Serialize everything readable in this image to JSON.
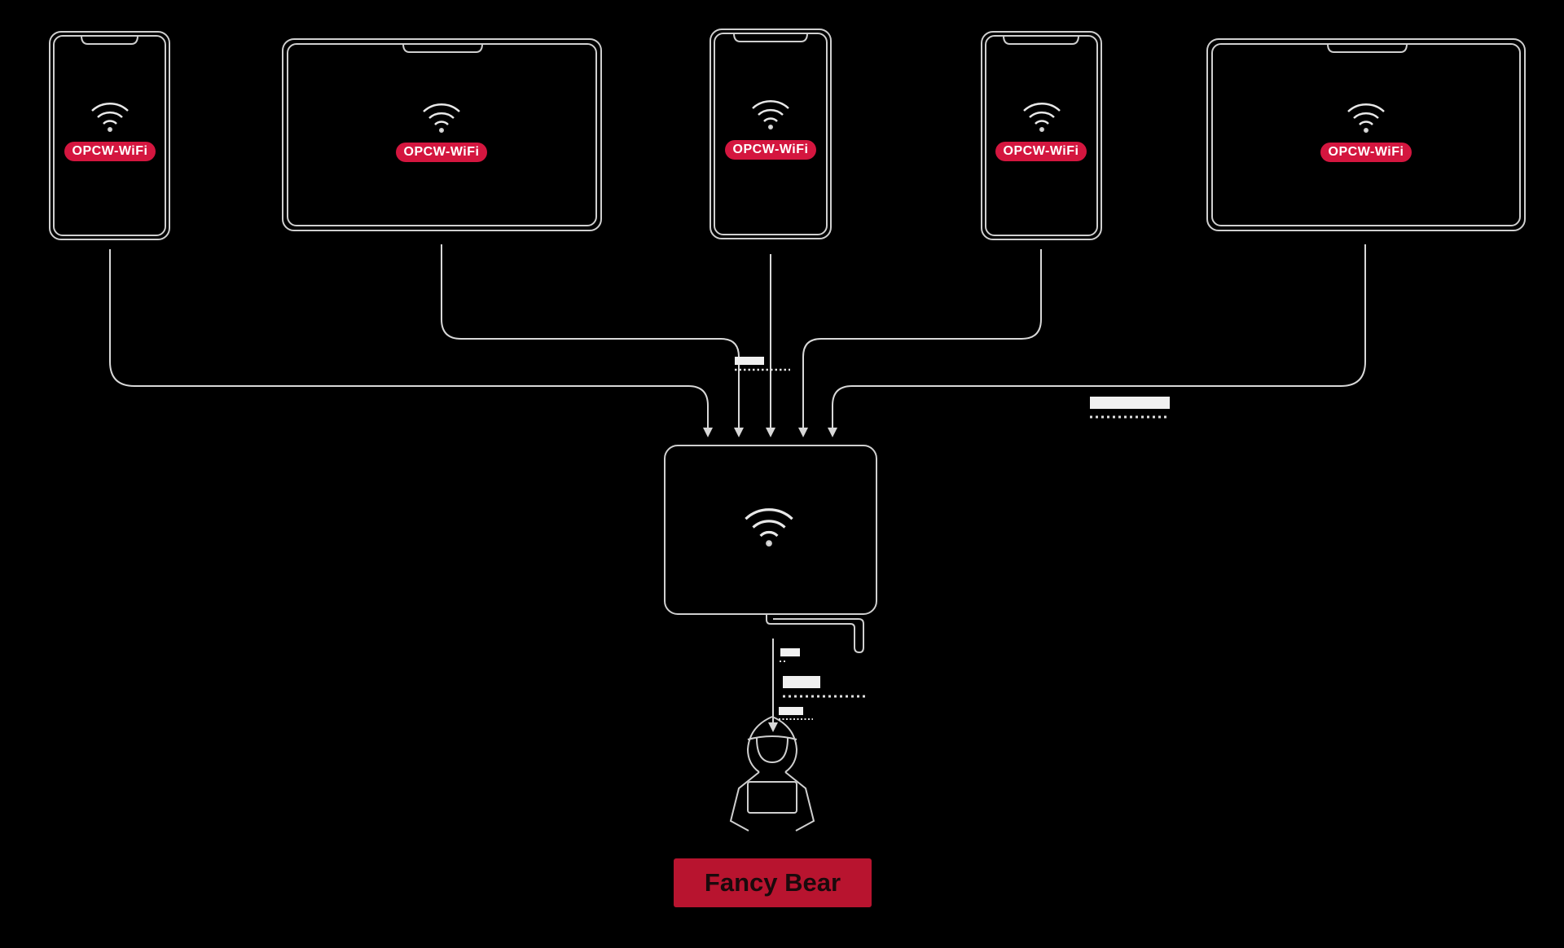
{
  "devices": [
    {
      "type": "phone",
      "network_label": "OPCW-WiFi"
    },
    {
      "type": "laptop",
      "network_label": "OPCW-WiFi"
    },
    {
      "type": "phone",
      "network_label": "OPCW-WiFi"
    },
    {
      "type": "phone",
      "network_label": "OPCW-WiFi"
    },
    {
      "type": "laptop",
      "network_label": "OPCW-WiFi"
    }
  ],
  "router": {
    "icon": "wifi-icon"
  },
  "attacker": {
    "label": "Fancy Bear",
    "icon": "hooded-hacker-icon"
  },
  "colors": {
    "background": "#000000",
    "line": "#d8d8d8",
    "accent": "#d4163f",
    "attacker_box": "#b8142f"
  }
}
